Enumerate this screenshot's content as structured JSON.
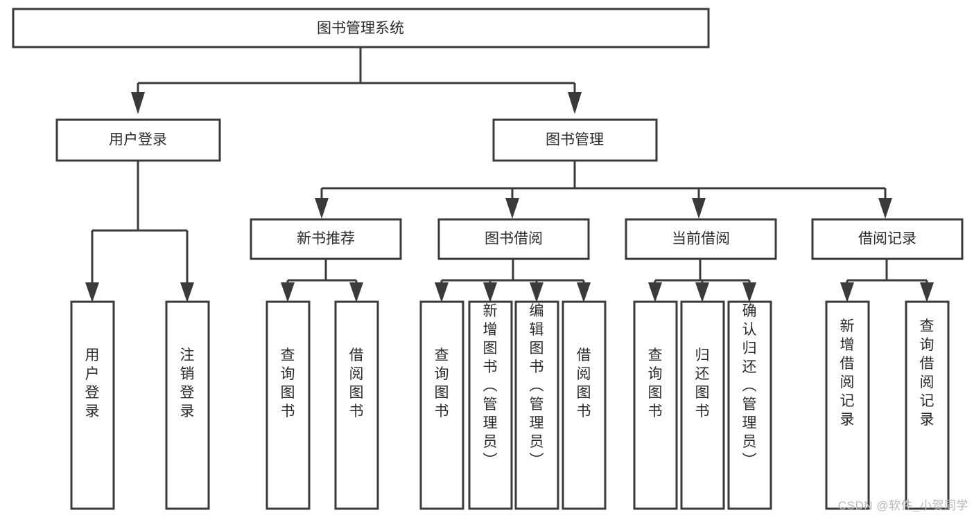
{
  "diagram": {
    "type": "tree-hierarchy",
    "title": "图书管理系统",
    "watermark": "CSDN @软件_小贺同学",
    "colors": {
      "stroke": "#3a3a3a",
      "fill": "#ffffff",
      "text": "#2b2b2b",
      "watermark": "#b9b9b9"
    },
    "nodes": {
      "root": {
        "label": "图书管理系统",
        "orientation": "horizontal"
      },
      "level2": [
        {
          "id": "user-login",
          "label": "用户登录",
          "orientation": "horizontal"
        },
        {
          "id": "book-manage",
          "label": "图书管理",
          "orientation": "horizontal"
        }
      ],
      "level3": [
        {
          "id": "new-book-recommend",
          "label": "新书推荐",
          "orientation": "horizontal"
        },
        {
          "id": "book-borrow",
          "label": "图书借阅",
          "orientation": "horizontal"
        },
        {
          "id": "current-borrow",
          "label": "当前借阅",
          "orientation": "horizontal"
        },
        {
          "id": "borrow-record",
          "label": "借阅记录",
          "orientation": "horizontal"
        }
      ],
      "leaves": {
        "user-login": [
          {
            "id": "leaf-user-login",
            "label": "用户登录",
            "orientation": "vertical"
          },
          {
            "id": "leaf-user-logout",
            "label": "注销登录",
            "orientation": "vertical"
          }
        ],
        "new-book-recommend": [
          {
            "id": "leaf-query-book-1",
            "label": "查询图书",
            "orientation": "vertical"
          },
          {
            "id": "leaf-borrow-book-1",
            "label": "借阅图书",
            "orientation": "vertical"
          }
        ],
        "book-borrow": [
          {
            "id": "leaf-query-book-2",
            "label": "查询图书",
            "orientation": "vertical"
          },
          {
            "id": "leaf-add-book",
            "label": "新增图书（管理员）",
            "orientation": "vertical"
          },
          {
            "id": "leaf-edit-book",
            "label": "编辑图书（管理员）",
            "orientation": "vertical"
          },
          {
            "id": "leaf-borrow-book-2",
            "label": "借阅图书",
            "orientation": "vertical"
          }
        ],
        "current-borrow": [
          {
            "id": "leaf-query-book-3",
            "label": "查询图书",
            "orientation": "vertical"
          },
          {
            "id": "leaf-return-book",
            "label": "归还图书",
            "orientation": "vertical"
          },
          {
            "id": "leaf-confirm-return",
            "label": "确认归还（管理员）",
            "orientation": "vertical"
          }
        ],
        "borrow-record": [
          {
            "id": "leaf-add-record",
            "label": "新增借阅记录",
            "orientation": "vertical"
          },
          {
            "id": "leaf-query-record",
            "label": "查询借阅记录",
            "orientation": "vertical"
          }
        ]
      }
    }
  }
}
